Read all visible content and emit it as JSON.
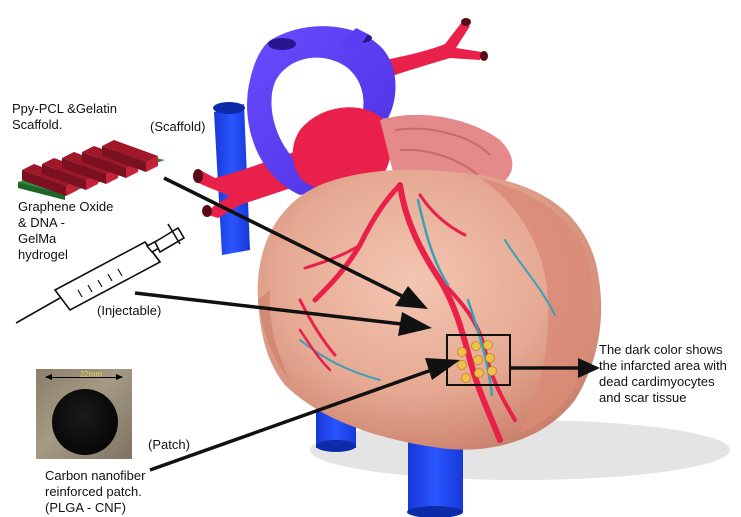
{
  "labels": {
    "scaffold_material": "Ppy-PCL &Gelatin\nScaffold.",
    "scaffold_tag": "(Scaffold)",
    "hydrogel_material": "Graphene Oxide\n& DNA -\nGelMa\nhydrogel",
    "injectable_tag": "(Injectable)",
    "patch_scale": "22mm",
    "patch_tag": "(Patch)",
    "patch_material": "Carbon nanofiber\nreinforced patch.\n(PLGA - CNF)",
    "infarct_note": "The dark color shows\nthe infarcted area with\ndead cardimyocytes\nand scar tissue"
  },
  "colors": {
    "aorta": "#5b3df5",
    "vessel_red": "#e8204a",
    "vena_cava": "#1f45f0",
    "myocardium": "#e8b09a",
    "atrium": "#e58a8a",
    "scaffold_red": "#a01828",
    "scaffold_green": "#2e8b3a",
    "infarct_dots": "#f2c04a"
  }
}
